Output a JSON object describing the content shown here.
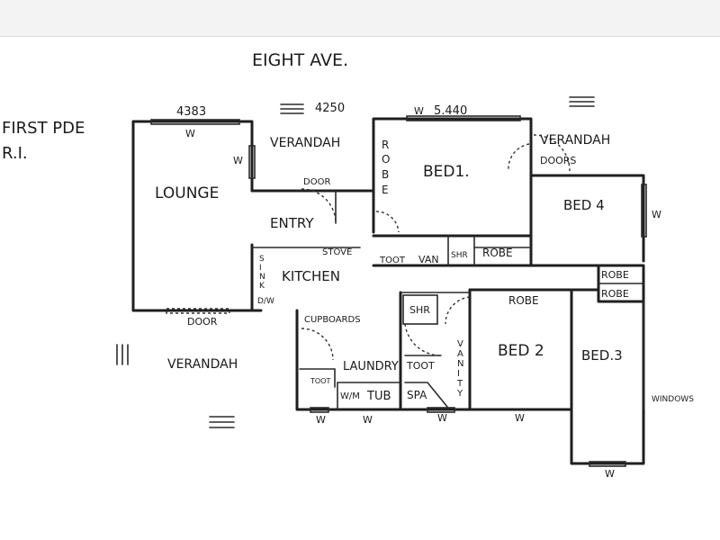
{
  "street_top": "EIGHT AVE.",
  "street_left": [
    "FIRST PDE",
    "R.I."
  ],
  "dimensions": {
    "lounge": "4383",
    "middle": "4250",
    "bed1": "5.440"
  },
  "window_marks": {
    "w": "W"
  },
  "rooms": {
    "lounge": "LOUNGE",
    "verandah_top": "VERANDAH",
    "verandah_right": "VERANDAH",
    "verandah_bottom": "VERANDAH",
    "entry": "ENTRY",
    "kitchen": "KITCHEN",
    "bed1": "BED1.",
    "bed2": "BED 2",
    "bed3": "BED.3",
    "bed4": "BED 4",
    "laundry": "LAUNDRY"
  },
  "fixtures": {
    "robe_vertical": [
      "R",
      "O",
      "B",
      "E"
    ],
    "robe_bed1": "ROBE",
    "robe_bed4": "ROBE",
    "robe_bed3": "ROBE",
    "robe_bed2": "ROBE",
    "toot_bath": "TOOT",
    "van": "VAN",
    "shr_bath": "SHR",
    "stove": "STOVE",
    "sink": [
      "S",
      "I",
      "N",
      "K"
    ],
    "dw": "D/W",
    "cupboards": "CUPBOARDS",
    "toot_laundry": "TOOT",
    "toot_small": "TOOT",
    "wm": "W/M",
    "tub": "TUB",
    "spa": "SPA",
    "shr_laundry": "SHR",
    "vanity": [
      "V",
      "A",
      "N",
      "I",
      "T",
      "Y"
    ],
    "windows": "WINDOWS"
  },
  "doors": {
    "door_entry": "DOOR",
    "doors_verandah": "DOORS",
    "door_lounge": "DOOR"
  }
}
